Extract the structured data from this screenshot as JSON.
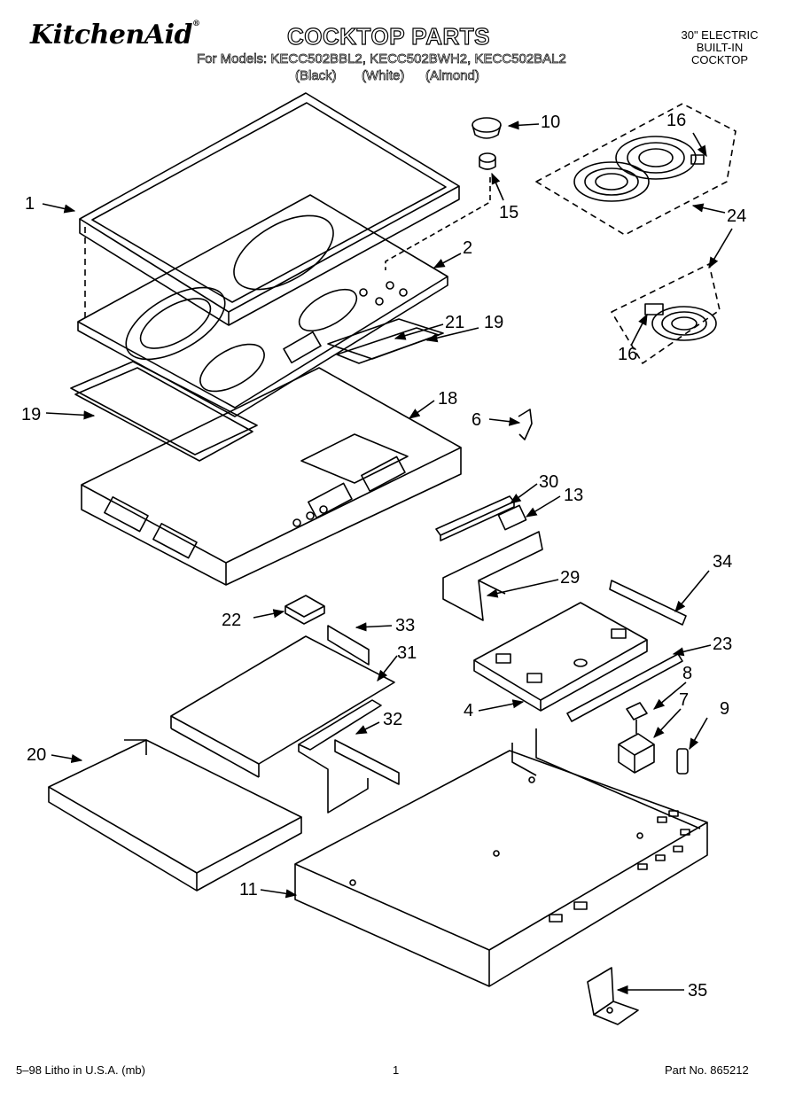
{
  "header": {
    "brand": "KitchenAid",
    "brand_mark": "®",
    "title": "COCKTOP PARTS",
    "models_line": "For Models: KECC502BBL2, KECC502BWH2, KECC502BAL2",
    "colors": [
      "(Black)",
      "(White)",
      "(Almond)"
    ],
    "product_type": [
      "30\" ELECTRIC",
      "BUILT-IN",
      "COCKTOP"
    ]
  },
  "callouts": {
    "p1": "1",
    "p2": "2",
    "p4": "4",
    "p6": "6",
    "p7": "7",
    "p8": "8",
    "p9": "9",
    "p10": "10",
    "p11": "11",
    "p13": "13",
    "p15": "15",
    "p16a": "16",
    "p16b": "16",
    "p18": "18",
    "p19a": "19",
    "p19b": "19",
    "p20": "20",
    "p21": "21",
    "p22": "22",
    "p23": "23",
    "p24": "24",
    "p29": "29",
    "p30": "30",
    "p31": "31",
    "p32": "32",
    "p33": "33",
    "p34": "34",
    "p35": "35"
  },
  "footer": {
    "litho": "5–98 Litho in U.S.A. (mb)",
    "page": "1",
    "part_no": "Part No. 865212"
  }
}
